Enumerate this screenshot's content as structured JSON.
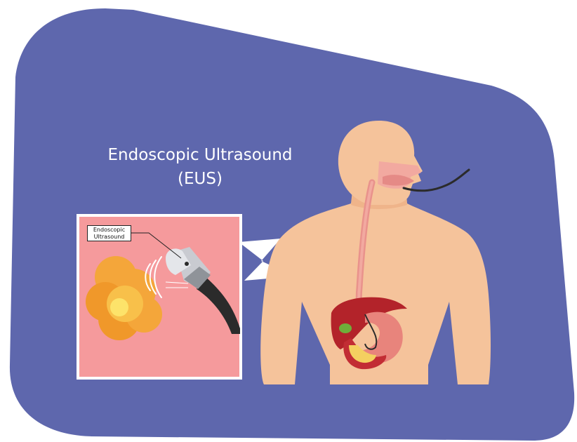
{
  "diagram": {
    "title_line1": "Endoscopic Ultrasound",
    "title_line2": "(EUS)",
    "inset_label_line1": "Endoscopic",
    "inset_label_line2": "Ultrasound",
    "colors": {
      "background_blob": "#5e67ad",
      "inset_background": "#f59a9c",
      "skin": "#f5c39b",
      "skin_shadow": "#efb48a",
      "liver": "#b3232a",
      "stomach": "#e8847c",
      "pancreas_tumor": "#f4a63a",
      "endoscope": "#2b2b2b",
      "probe_metal": "#c9cbd1"
    },
    "icons": [
      "endoscope-icon",
      "ultrasound-probe-icon",
      "tumor-icon",
      "liver-icon",
      "stomach-icon"
    ]
  }
}
